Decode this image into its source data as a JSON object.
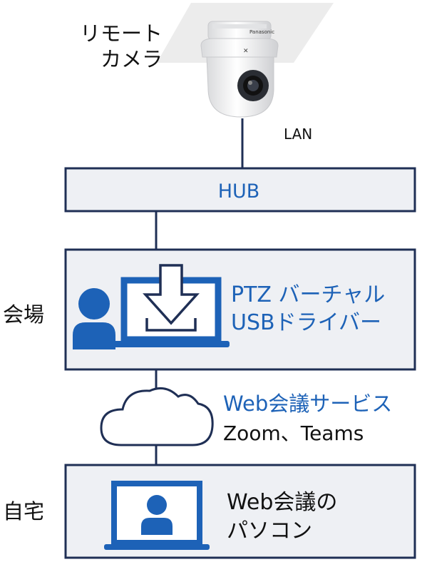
{
  "camera": {
    "label_line1": "リモート",
    "label_line2": "カメラ",
    "brand": "Panasonic",
    "icon": "ptz-camera-icon"
  },
  "link_label": "LAN",
  "hub": {
    "label": "HUB"
  },
  "venue": {
    "side_label": "会場",
    "driver_line1": "PTZ バーチャル",
    "driver_line2": "USBドライバー",
    "person_icon": "person-icon",
    "laptop_icon": "laptop-download-icon"
  },
  "cloud": {
    "service_label": "Web会議サービス",
    "service_examples": "Zoom、Teams",
    "icon": "cloud-icon"
  },
  "home": {
    "side_label": "自宅",
    "pc_line1": "Web会議の",
    "pc_line2": "パソコン",
    "laptop_icon": "laptop-person-icon"
  },
  "colors": {
    "navy": "#1f2f55",
    "blue": "#1d62b7",
    "box_fill": "#eef0f4",
    "text": "#111111",
    "ceiling": "#ececec"
  }
}
